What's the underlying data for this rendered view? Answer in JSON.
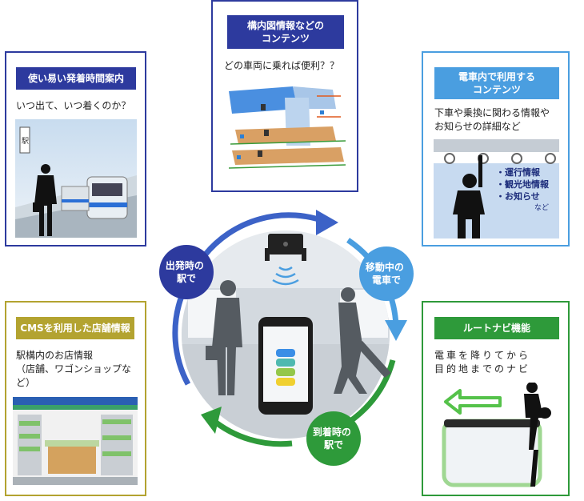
{
  "colors": {
    "blue_dark": "#2d3a9e",
    "blue_light": "#4a9ee0",
    "green": "#2e9a3a",
    "olive": "#b3a330"
  },
  "panels": {
    "timetable": {
      "title": "使い易い発着時間案内",
      "desc": "いつ出て、いつ着くのか？",
      "sign": "駅"
    },
    "station_map": {
      "title": "構内図情報などの\nコンテンツ",
      "desc": "どの車両に乗れば便利？？"
    },
    "onboard": {
      "title": "電車内で利用する\nコンテンツ",
      "desc": "下車や乗換に関わる情報や\nお知らせの詳細など",
      "bullets": [
        "・運行情報",
        "・観光地情報",
        "・お知らせ"
      ],
      "more": "など"
    },
    "shops": {
      "title": "CMSを利用した店舗情報",
      "desc": "駅構内のお店情報\n（店舗、ワゴンショップなど）"
    },
    "route": {
      "title": "ルートナビ機能",
      "desc": "電車を降りてから\n目的地までのナビ"
    }
  },
  "cycle": {
    "departure": "出発時の\n駅で",
    "moving": "移動中の\n電車で",
    "arrival": "到着時の\n駅で"
  }
}
